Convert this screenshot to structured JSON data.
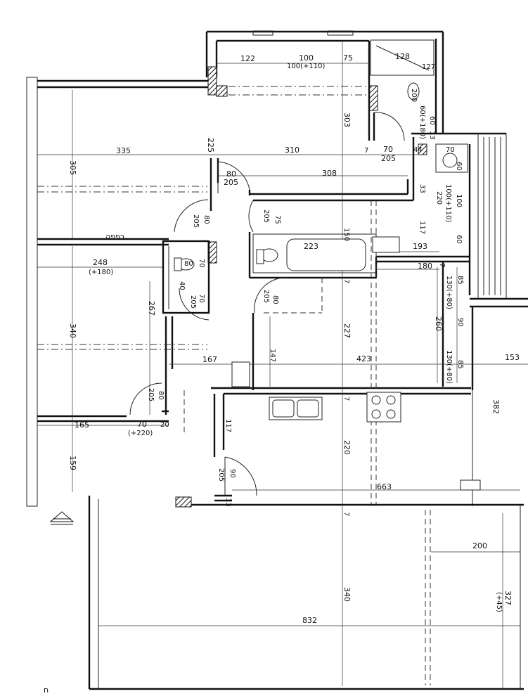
{
  "labels": {
    "top_122": "122",
    "top_100": "100",
    "top_100b": "100(+110)",
    "top_75": "75",
    "top_128": "128",
    "top_127": "127",
    "d_200": "200",
    "d_60_180": "60(+180)",
    "d_60": "60",
    "d_13": "13",
    "d_303": "303",
    "d_305": "305",
    "d_335": "335",
    "d_225": "225",
    "d_310": "310",
    "d_7a": "7",
    "d_70": "70",
    "d_205a": "205",
    "d_44": "44",
    "d_70b": "70",
    "d_60b": "60",
    "d_80": "80",
    "d_205b": "205",
    "d_308": "308",
    "d_33": "33",
    "d_100_110": "100(+110)",
    "d_100": "100",
    "d_220": "220",
    "d_75": "75",
    "d_205c": "205",
    "d_80b": "80",
    "d_205d": "205",
    "d_117": "117",
    "d_60c": "60",
    "room_pharmacy": "רפפה",
    "d_150": "150",
    "d_223": "223",
    "d_193": "193",
    "d_248": "248",
    "d_180": "(+180)",
    "d_80c": "80",
    "d_70c": "70",
    "d_40": "40",
    "d_70d": "70",
    "d_205e": "205",
    "d_80d": "80",
    "d_205f": "205",
    "d_7b": "7",
    "d_180b": "180",
    "d_7c": "7",
    "d_130_80": "130(+80)",
    "d_85": "85",
    "d_267": "267",
    "d_340a": "340",
    "d_227": "227",
    "d_260": "260",
    "d_90": "90",
    "d_147": "147",
    "d_167": "167",
    "d_423": "423",
    "d_153": "153",
    "d_130_80b": "130(+80)",
    "d_85b": "85",
    "d_80e": "80",
    "d_205g": "205",
    "d_7d": "7",
    "d_382": "382",
    "d_165": "165",
    "d_70e": "70",
    "d_20": "20",
    "d_220_plus": "(+220)",
    "d_117b": "117",
    "d_220b": "220",
    "d_159": "159",
    "d_90b": "90",
    "d_205h": "205",
    "d_663": "663",
    "d_13b": "13",
    "d_7e": "7",
    "d_200b": "200",
    "d_327": "327",
    "d_45": "(+45)",
    "d_340b": "340",
    "d_832": "832",
    "corner_mark": "ח"
  },
  "colors": {
    "ink": "#111111",
    "paper": "#ffffff"
  },
  "icons": [
    "north-arrow-icon"
  ]
}
